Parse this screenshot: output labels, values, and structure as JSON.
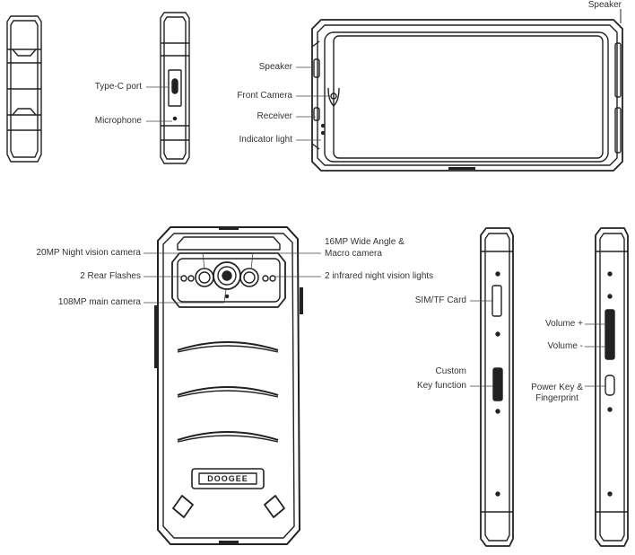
{
  "labels": {
    "speaker_top": "Speaker",
    "type_c_port": "Type-C port",
    "microphone": "Microphone",
    "speaker": "Speaker",
    "front_camera": "Front Camera",
    "receiver": "Receiver",
    "indicator_light": "Indicator light",
    "night_vision_camera": "20MP Night vision camera",
    "rear_flashes": "2 Rear Flashes",
    "main_camera": "108MP main camera",
    "wide_angle_line1": "16MP Wide Angle &",
    "wide_angle_line2": "Macro camera",
    "infrared_lights": "2 infrared night vision lights",
    "sim_card": "SIM/TF Card",
    "custom_key_line1": "Custom",
    "custom_key_line2": "Key function",
    "volume_up": "Volume +",
    "volume_down": "Volume -",
    "power_key_line1": "Power Key &",
    "power_key_line2": "Fingerprint"
  },
  "brand": {
    "logo_text": "DOOGEE"
  }
}
